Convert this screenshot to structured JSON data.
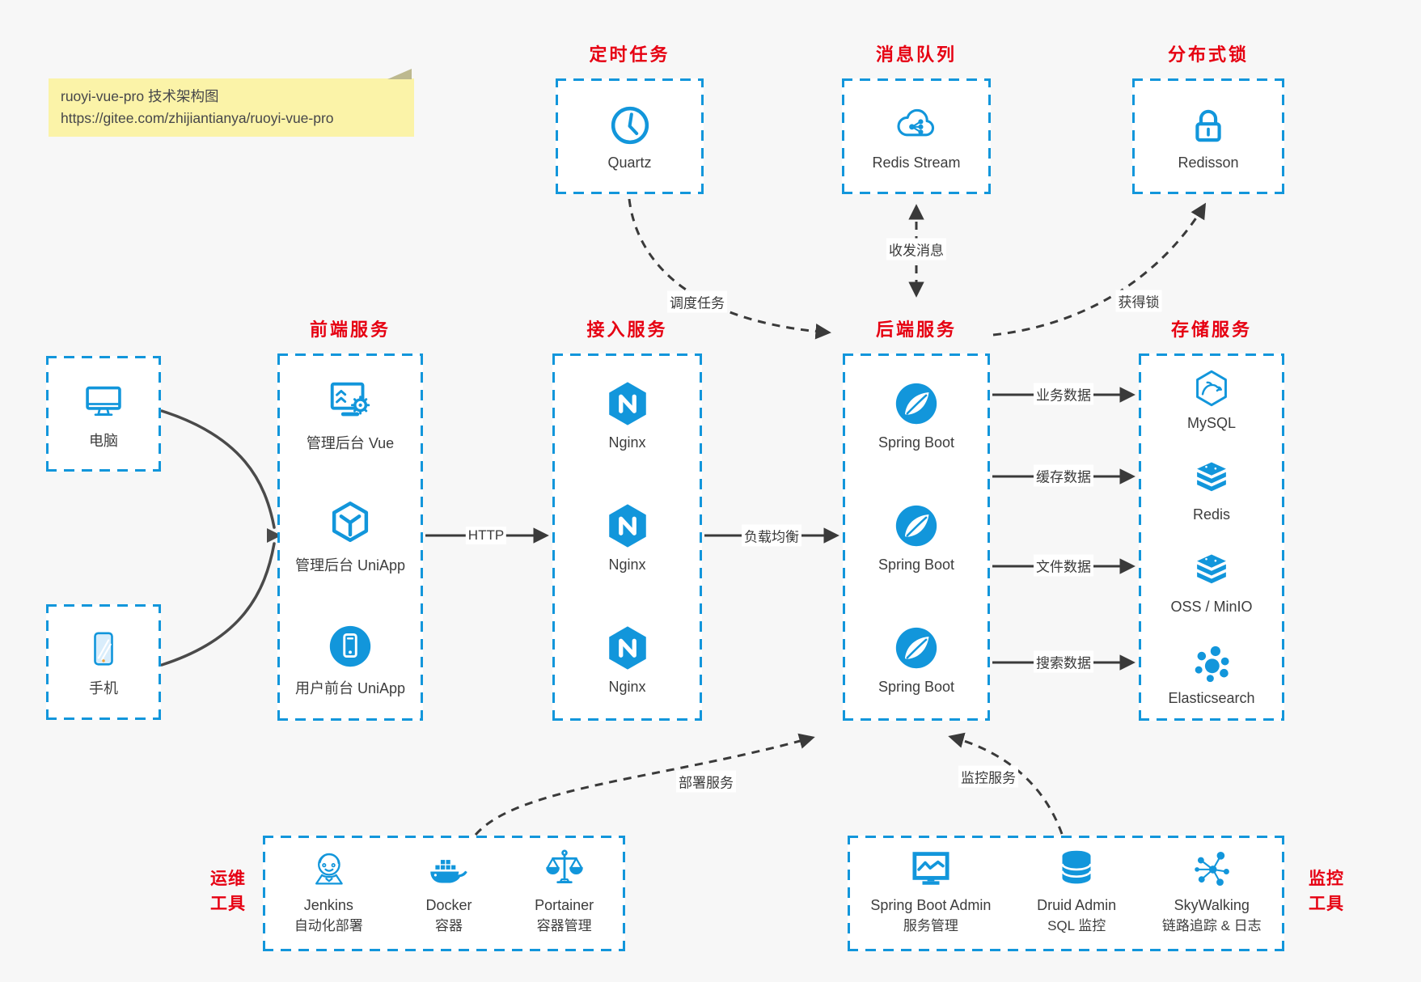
{
  "page": {
    "background": "#f7f7f7"
  },
  "colors": {
    "accent_blue": "#1296db",
    "title_red": "#e60012",
    "arrow_dark": "#3a3a3a",
    "note_bg": "#fbf3a8",
    "box_bg": "#ffffff"
  },
  "note": {
    "title": "ruoyi-vue-pro 技术架构图",
    "url": "https://gitee.com/zhijiantianya/ruoyi-vue-pro"
  },
  "top_groups": {
    "scheduler": {
      "title": "定时任务",
      "item": {
        "icon": "clock-icon",
        "label": "Quartz"
      }
    },
    "mq": {
      "title": "消息队列",
      "item": {
        "icon": "cloud-stream-icon",
        "label": "Redis Stream"
      }
    },
    "lock": {
      "title": "分布式锁",
      "item": {
        "icon": "lock-icon",
        "label": "Redisson"
      }
    }
  },
  "clients": {
    "pc": {
      "icon": "desktop-icon",
      "label": "电脑"
    },
    "mobile": {
      "icon": "phone-icon",
      "label": "手机"
    }
  },
  "columns": {
    "frontend": {
      "title": "前端服务",
      "items": [
        {
          "icon": "admin-vue-icon",
          "label": "管理后台 Vue"
        },
        {
          "icon": "cube-icon",
          "label": "管理后台 UniApp"
        },
        {
          "icon": "user-app-icon",
          "label": "用户前台 UniApp"
        }
      ]
    },
    "gateway": {
      "title": "接入服务",
      "items": [
        {
          "icon": "nginx-icon",
          "label": "Nginx"
        },
        {
          "icon": "nginx-icon",
          "label": "Nginx"
        },
        {
          "icon": "nginx-icon",
          "label": "Nginx"
        }
      ]
    },
    "backend": {
      "title": "后端服务",
      "items": [
        {
          "icon": "spring-icon",
          "label": "Spring Boot"
        },
        {
          "icon": "spring-icon",
          "label": "Spring Boot"
        },
        {
          "icon": "spring-icon",
          "label": "Spring Boot"
        }
      ]
    },
    "storage": {
      "title": "存储服务",
      "items": [
        {
          "icon": "mysql-icon",
          "label": "MySQL"
        },
        {
          "icon": "layers-icon",
          "label": "Redis"
        },
        {
          "icon": "layers-icon",
          "label": "OSS / MinIO"
        },
        {
          "icon": "elasticsearch-icon",
          "label": "Elasticsearch"
        }
      ]
    }
  },
  "bottom_groups": {
    "devops": {
      "title": "运维工具",
      "items": [
        {
          "icon": "jenkins-icon",
          "name": "Jenkins",
          "desc": "自动化部署"
        },
        {
          "icon": "docker-icon",
          "name": "Docker",
          "desc": "容器"
        },
        {
          "icon": "portainer-icon",
          "name": "Portainer",
          "desc": "容器管理"
        }
      ]
    },
    "monitoring": {
      "title": "监控工具",
      "items": [
        {
          "icon": "monitor-chart-icon",
          "name": "Spring Boot Admin",
          "desc": "服务管理"
        },
        {
          "icon": "database-icon",
          "name": "Druid Admin",
          "desc": "SQL 监控"
        },
        {
          "icon": "skywalking-icon",
          "name": "SkyWalking",
          "desc": "链路追踪 & 日志"
        }
      ]
    }
  },
  "edge_labels": {
    "http": "HTTP",
    "load_balance": "负载均衡",
    "schedule": "调度任务",
    "message": "收发消息",
    "acquire_lock": "获得锁",
    "business_data": "业务数据",
    "cache_data": "缓存数据",
    "file_data": "文件数据",
    "search_data": "搜索数据",
    "deploy": "部署服务",
    "monitor": "监控服务"
  }
}
